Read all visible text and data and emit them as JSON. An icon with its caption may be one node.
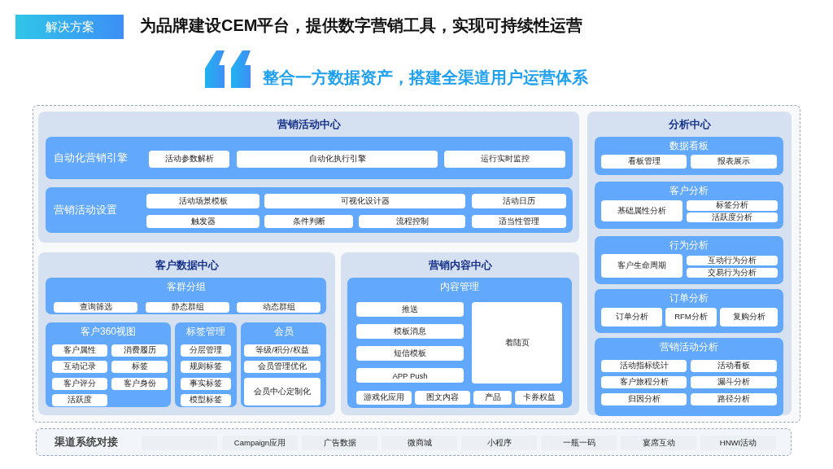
{
  "diagram": {
    "title": "为品牌建设CEM平台，提供数字营销工具，实现可持续性运营",
    "nodes": [
      {
        "text": [
          "营销活动中心"
        ]
      },
      {
        "text": [
          "自动化营销引擎"
        ],
        "in": 0
      },
      {
        "text": [
          "活动参数解析"
        ],
        "in": 1
      },
      {
        "text": [
          "自动化执行引擎"
        ],
        "in": 1
      },
      {
        "text": [
          "运行实时监控"
        ],
        "in": 1
      },
      {
        "text": [
          "营销活动设置"
        ],
        "in": 0
      },
      {
        "text": [
          "活动场景模板"
        ],
        "in": 5
      },
      {
        "text": [
          "可视化设计器"
        ],
        "in": 5
      },
      {
        "text": [
          "活动日历"
        ],
        "in": 5
      },
      {
        "text": [
          "触发器"
        ],
        "in": 5
      },
      {
        "text": [
          "条件判断"
        ],
        "in": 5
      },
      {
        "text": [
          "流程控制"
        ],
        "in": 5
      },
      {
        "text": [
          "适当性管理"
        ],
        "in": 5
      },
      {
        "text": [
          "客户数据中心"
        ]
      },
      {
        "text": [
          "客群分组"
        ],
        "in": 13
      },
      {
        "text": [
          "查询筛选"
        ],
        "in": 14
      },
      {
        "text": [
          "静态群组"
        ],
        "in": 14
      },
      {
        "text": [
          "动态群组"
        ],
        "in": 14
      },
      {
        "text": [
          "客户360视图"
        ],
        "in": 13
      },
      {
        "text": [
          "客户属性"
        ],
        "in": 18
      },
      {
        "text": [
          "消费履历"
        ],
        "in": 18
      },
      {
        "text": [
          "互动记录"
        ],
        "in": 18
      },
      {
        "text": [
          "标签"
        ],
        "in": 18
      },
      {
        "text": [
          "客户评分"
        ],
        "in": 18
      },
      {
        "text": [
          "客户身份"
        ],
        "in": 18
      },
      {
        "text": [
          "活跃度"
        ],
        "in": 18
      },
      {
        "text": [
          "标签管理"
        ],
        "in": 13
      },
      {
        "text": [
          "分层管理"
        ],
        "in": 26
      },
      {
        "text": [
          "规则标签"
        ],
        "in": 26
      },
      {
        "text": [
          "事实标签"
        ],
        "in": 26
      },
      {
        "text": [
          "模型标签"
        ],
        "in": 26
      },
      {
        "text": [
          "会员"
        ],
        "in": 13
      },
      {
        "text": [
          "等级/积分/权益"
        ],
        "in": 31
      },
      {
        "text": [
          "会员管理优化"
        ],
        "in": 31
      },
      {
        "text": [
          "会员中心定制化"
        ],
        "in": 31
      },
      {
        "text": [
          "营销内容中心"
        ]
      },
      {
        "text": [
          "内容管理"
        ],
        "in": 35
      },
      {
        "text": [
          "推送"
        ],
        "in": 36
      },
      {
        "text": [
          "模板消息"
        ],
        "in": 36
      },
      {
        "text": [
          "短信模板"
        ],
        "in": 36
      },
      {
        "text": [
          "APP Push"
        ],
        "in": 36
      },
      {
        "text": [
          "着陆页"
        ],
        "in": 36
      },
      {
        "text": [
          "游戏化应用"
        ],
        "in": 36
      },
      {
        "text": [
          "图文内容"
        ],
        "in": 36
      },
      {
        "text": [
          "产品"
        ],
        "in": 36
      },
      {
        "text": [
          "卡券权益"
        ],
        "in": 36
      },
      {
        "text": [
          "分析中心"
        ]
      },
      {
        "text": [
          "数据看板"
        ],
        "in": 46
      },
      {
        "text": [
          "看板管理"
        ],
        "in": 47
      },
      {
        "text": [
          "报表展示"
        ],
        "in": 47
      },
      {
        "text": [
          "客户分析"
        ],
        "in": 46
      },
      {
        "text": [
          "基础属性分析"
        ],
        "in": 50
      },
      {
        "text": [
          "标签分析"
        ],
        "in": 50
      },
      {
        "text": [
          "活跃度分析"
        ],
        "in": 50
      },
      {
        "text": [
          "行为分析"
        ],
        "in": 46
      },
      {
        "text": [
          "客户生命周期"
        ],
        "in": 54
      },
      {
        "text": [
          "互动行为分析"
        ],
        "in": 54
      },
      {
        "text": [
          "交易行为分析"
        ],
        "in": 54
      },
      {
        "text": [
          "订单分析"
        ],
        "in": 46
      },
      {
        "text": [
          "订单分析"
        ],
        "in": 58
      },
      {
        "text": [
          "RFM分析"
        ],
        "in": 58
      },
      {
        "text": [
          "复购分析"
        ],
        "in": 58
      },
      {
        "text": [
          "营销活动分析"
        ],
        "in": 46
      },
      {
        "text": [
          "活动指标统计"
        ],
        "in": 62
      },
      {
        "text": [
          "活动看板"
        ],
        "in": 62
      },
      {
        "text": [
          "客户旅程分析"
        ],
        "in": 62
      },
      {
        "text": [
          "漏斗分析"
        ],
        "in": 62
      },
      {
        "text": [
          "归因分析"
        ],
        "in": 62
      },
      {
        "text": [
          "路径分析"
        ],
        "in": 62
      },
      {
        "text": [
          "渠道系统对接"
        ]
      },
      {
        "text": [],
        "shape": "box",
        "in": 69
      },
      {
        "text": [
          "Campaign应用"
        ],
        "in": 69
      },
      {
        "text": [
          "广告数据"
        ],
        "in": 69
      },
      {
        "text": [
          "微商城"
        ],
        "in": 69
      },
      {
        "text": [
          "小程序"
        ],
        "in": 69
      },
      {
        "text": [
          "一瓶一码"
        ],
        "in": 69
      },
      {
        "text": [
          "宴席互动"
        ],
        "in": 69
      },
      {
        "text": [
          "HNWI活动"
        ],
        "in": 69
      }
    ],
    "labels": [
      "解决方案",
      "整合一方数据资产，搭建全渠道用户运营体系"
    ]
  }
}
